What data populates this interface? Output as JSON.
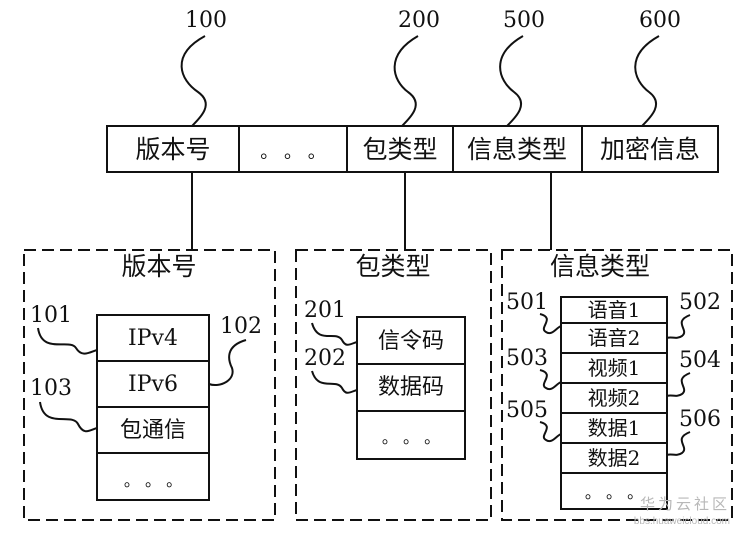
{
  "header": {
    "callouts": [
      "100",
      "200",
      "500",
      "600"
    ],
    "fields": [
      "版本号",
      "。 。 。",
      "包类型",
      "信息类型",
      "加密信息"
    ]
  },
  "panels": [
    {
      "title": "版本号",
      "rows": [
        "IPv4",
        "IPv6",
        "包通信",
        "。 。 。"
      ],
      "callouts": [
        "101",
        "102",
        "103"
      ]
    },
    {
      "title": "包类型",
      "rows": [
        "信令码",
        "数据码",
        "。 。 。"
      ],
      "callouts": [
        "201",
        "202"
      ]
    },
    {
      "title": "信息类型",
      "rows": [
        "语音1",
        "语音2",
        "视频1",
        "视频2",
        "数据1",
        "数据2",
        "。 。 。"
      ],
      "callouts": [
        "501",
        "502",
        "503",
        "504",
        "505",
        "506"
      ]
    }
  ],
  "watermark": {
    "name": "华为云社区",
    "url": "bbs.huaweicloud.com"
  }
}
